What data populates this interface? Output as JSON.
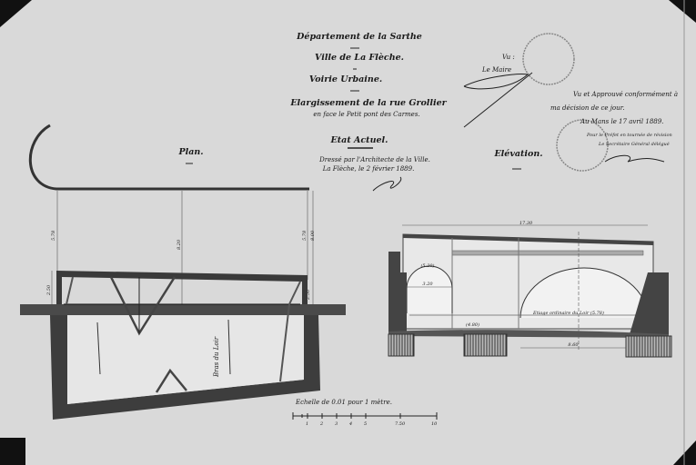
{
  "title_block": {
    "line1": "Département de la Sarthe",
    "line2": "Ville de La Flèche.",
    "line3": "Voirie Urbaine.",
    "line4": "Elargissement de la rue Grollier",
    "line5": "en face le Petit pont des Carmes.",
    "line6": "Etat Actuel.",
    "drawn_by": "Dressé par l'Architecte de la Ville.",
    "place_date": "La Flèche, le 2 février 1889."
  },
  "approval": {
    "vu": "Vu :",
    "mayor": "Le Maire",
    "line1": "Vu et Approuvé conformément à",
    "line2": "ma décision de ce jour.",
    "line3": "Au Mans le 17 avril 1889.",
    "line4": "Pour le Préfet en tournée de révision",
    "line5": "Le Secrétaire Général délégué"
  },
  "plan": {
    "label": "Plan.",
    "river_label": "Bras du Loir",
    "dim_left": "5.78",
    "dim_center": "8.20",
    "dim_right": "5.78",
    "dim_right2": "8.00",
    "dim_wall_left": "2.50",
    "dim_wall_right": "2.50"
  },
  "elevation": {
    "label": "Elévation.",
    "dim_total": "17.30",
    "dim_small_arch_height": "(5.20)",
    "dim_small_arch_span": "3.20",
    "water_level": "Etiage ordinaire du Loir (5.78)",
    "dim_pier": "(4.80)",
    "dim_big_span": "8.60"
  },
  "scale": {
    "caption": "Echelle de 0.01 pour 1 mètre.",
    "ticks": [
      "1",
      "2",
      "3",
      "4",
      "5",
      "7.50",
      "10"
    ]
  }
}
